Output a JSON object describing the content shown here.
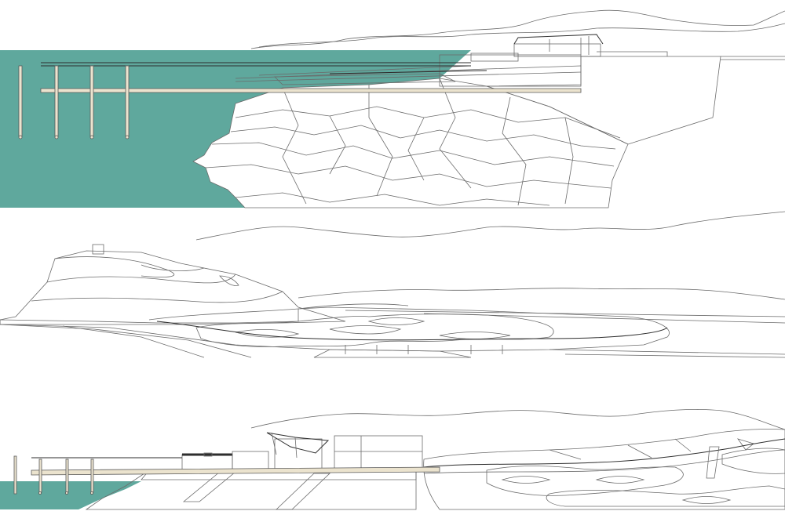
{
  "colors": {
    "water": "#5fa89d",
    "sand": "#ebe3ce",
    "sand_dark": "#c9b48f",
    "line": "#6b6b6b",
    "background": "#ffffff"
  },
  "panels": [
    {
      "name": "pier-headland-elevation",
      "elements": [
        "water",
        "pier",
        "building-deck",
        "rocky-cliff",
        "mountain-outline"
      ]
    },
    {
      "name": "hill-lagoon-elevation",
      "elements": [
        "hill",
        "hilltop-structure",
        "winding-path",
        "lagoon-terrain",
        "mountain-outline"
      ]
    },
    {
      "name": "waterfront-buildings-elevation",
      "elements": [
        "water",
        "pier",
        "buildings",
        "walkway",
        "dune-terrain",
        "mountain-outline"
      ]
    }
  ]
}
